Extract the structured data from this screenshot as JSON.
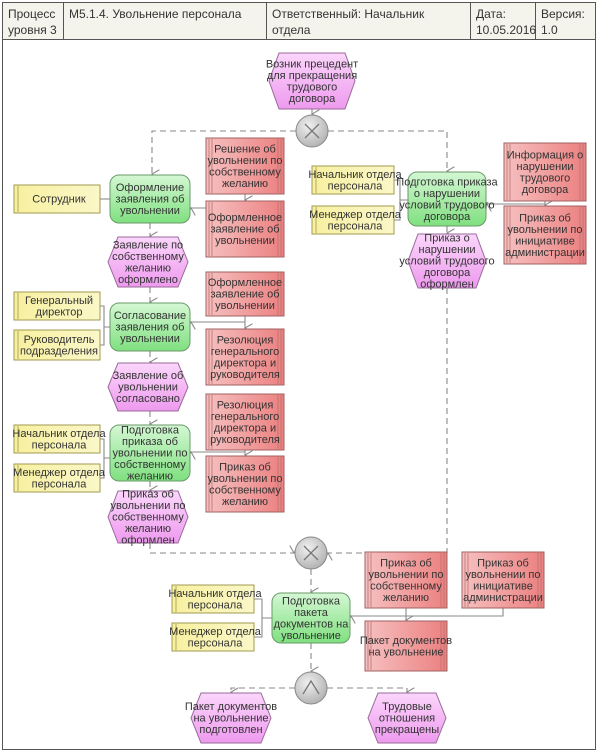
{
  "header": {
    "level": "Процесс\nуровня 3",
    "process": "М5.1.4.  Увольнение персонала",
    "owner": "Ответственный: Начальник отдела\nперсонала",
    "date": "Дата:\n10.05.2016",
    "version": "Версия:\n1.0"
  },
  "colors": {
    "event_fill": "#f2a6f2",
    "function_fill": "#8fe88f",
    "role_fill": "#f5f08a",
    "document_fill": "#ef8c8c",
    "gateway_fill": "#c8c8c8",
    "line": "#8a8a8a"
  },
  "events": [
    {
      "id": "e_start",
      "lines": [
        "Возник прецедент",
        "для прекращения",
        "трудового",
        "договора"
      ]
    },
    {
      "id": "e1",
      "lines": [
        "Заявление по",
        "собственному",
        "желанию",
        "оформлено"
      ]
    },
    {
      "id": "e2",
      "lines": [
        "Заявление об",
        "увольнении",
        "согласовано"
      ]
    },
    {
      "id": "e3",
      "lines": [
        "Приказ об",
        "увольнении по",
        "собственному",
        "желанию",
        "оформлен"
      ]
    },
    {
      "id": "e4",
      "lines": [
        "Приказ о",
        "нарушении",
        "условий трудового",
        "договора",
        "оформлен"
      ]
    },
    {
      "id": "e_end1",
      "lines": [
        "Пакет документов",
        "на увольнение",
        "подготовлен"
      ]
    },
    {
      "id": "e_end2",
      "lines": [
        "Трудовые",
        "отношения",
        "прекращены"
      ]
    }
  ],
  "functions": [
    {
      "id": "f1",
      "lines": [
        "Оформление",
        "заявления об",
        "увольнении"
      ]
    },
    {
      "id": "f2",
      "lines": [
        "Согласование",
        "заявления об",
        "увольнении"
      ]
    },
    {
      "id": "f3",
      "lines": [
        "Подготовка",
        "приказа об",
        "увольнении по",
        "собственному",
        "желанию"
      ]
    },
    {
      "id": "f4",
      "lines": [
        "Подготовка приказа",
        "о нарушении",
        "условий трудового",
        "договора"
      ]
    },
    {
      "id": "f5",
      "lines": [
        "Подготовка",
        "пакета",
        "документов на",
        "увольнение"
      ]
    }
  ],
  "roles": [
    {
      "id": "r1",
      "lines": [
        "Сотрудник"
      ]
    },
    {
      "id": "r2",
      "lines": [
        "Генеральный",
        "директор"
      ]
    },
    {
      "id": "r3",
      "lines": [
        "Руководитель",
        "подразделения"
      ]
    },
    {
      "id": "r4",
      "lines": [
        "Начальник отдела",
        "персонала"
      ]
    },
    {
      "id": "r5",
      "lines": [
        "Менеджер отдела",
        "персонала"
      ]
    },
    {
      "id": "r6",
      "lines": [
        "Начальник отдела",
        "персонала"
      ]
    },
    {
      "id": "r7",
      "lines": [
        "Менеджер отдела",
        "персонала"
      ]
    },
    {
      "id": "r8",
      "lines": [
        "Начальник отдела",
        "персонала"
      ]
    },
    {
      "id": "r9",
      "lines": [
        "Менеджер отдела",
        "персонала"
      ]
    }
  ],
  "documents": [
    {
      "id": "d1",
      "lines": [
        "Решение об",
        "увольнении по",
        "собственному",
        "желанию"
      ]
    },
    {
      "id": "d2",
      "lines": [
        "Оформленное",
        "заявление об",
        "увольнении"
      ]
    },
    {
      "id": "d3",
      "lines": [
        "Оформленное",
        "заявление об",
        "увольнении"
      ]
    },
    {
      "id": "d4",
      "lines": [
        "Резолюция",
        "генерального",
        "директора и",
        "руководителя"
      ]
    },
    {
      "id": "d5",
      "lines": [
        "Резолюция",
        "генерального",
        "директора и",
        "руководителя"
      ]
    },
    {
      "id": "d6",
      "lines": [
        "Приказ об",
        "увольнении по",
        "собственному",
        "желанию"
      ]
    },
    {
      "id": "d7",
      "lines": [
        "Информация о",
        "нарушении",
        "трудового",
        "договора"
      ]
    },
    {
      "id": "d8",
      "lines": [
        "Приказ об",
        "увольнении по",
        "инициативе",
        "администрации"
      ]
    },
    {
      "id": "d9",
      "lines": [
        "Приказ об",
        "увольнении по",
        "собственному",
        "желанию"
      ]
    },
    {
      "id": "d10",
      "lines": [
        "Приказ об",
        "увольнении по",
        "инициативе",
        "администрации"
      ]
    },
    {
      "id": "d11",
      "lines": [
        "Пакет документов",
        "на увольнение"
      ]
    }
  ],
  "gateways": [
    {
      "id": "g1",
      "type": "XOR",
      "symbol": "×"
    },
    {
      "id": "g2",
      "type": "XOR",
      "symbol": "×"
    },
    {
      "id": "g3",
      "type": "AND",
      "symbol": "∧"
    }
  ]
}
